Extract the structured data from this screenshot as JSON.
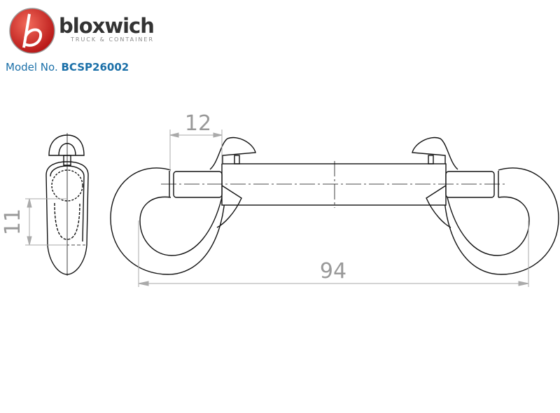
{
  "brand": {
    "name": "bloxwich",
    "tagline": "TRUCK & CONTAINER",
    "logo_letter": "b",
    "color": "#d42a2a"
  },
  "model": {
    "label": "Model No.",
    "value": "BCSP26002"
  },
  "dimensions": {
    "pin_length": "12",
    "overall_length": "94",
    "height": "11"
  }
}
